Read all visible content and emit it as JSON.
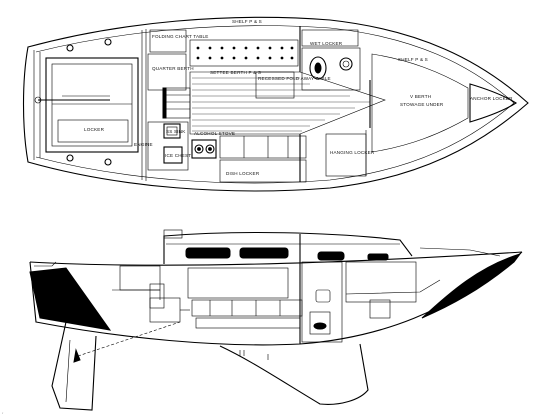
{
  "labels": {
    "shelf_ps_top": "SHELF P & S",
    "folding_chart_table": "FOLDING CHART TABLE",
    "quarter_berth": "QUARTER BERTH",
    "settee_berth": "SETTEE BERTH P & S",
    "recessed_fold_away_table": "RECESSED FOLD AWAY TABLE",
    "wet_locker": "WET LOCKER",
    "shelf_ps_fwd": "SHELF P & S",
    "v_berth": "V BERTH",
    "stowage_under": "STOWAGE UNDER",
    "anchor_locker": "ANCHOR LOCKER",
    "locker": "LOCKER",
    "sink": "SS SINK",
    "ice_chest": "ICE CHEST",
    "alcohol_stove": "ALCOHOL STOVE",
    "engine": "ENGINE",
    "hanging_locker": "HANGING LOCKER",
    "dish_locker": "DISH LOCKER"
  },
  "colors": {
    "ink": "#000000",
    "paper": "#ffffff"
  }
}
